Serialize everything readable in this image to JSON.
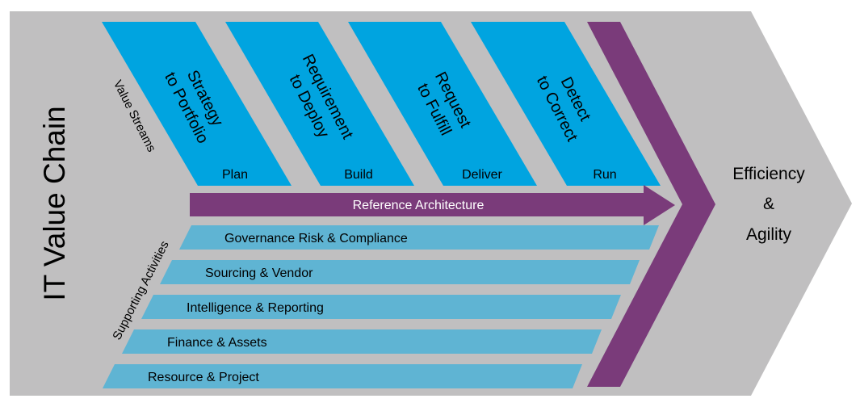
{
  "title": "IT Value Chain",
  "value_streams_label": "Value Streams",
  "supporting_activities_label": "Supporting Activities",
  "value_streams": [
    {
      "name_line1": "Strategy",
      "name_line2": "to Portfolio",
      "phase": "Plan"
    },
    {
      "name_line1": "Requirement",
      "name_line2": "to Deploy",
      "phase": "Build"
    },
    {
      "name_line1": "Request",
      "name_line2": "to Fulfill",
      "phase": "Deliver"
    },
    {
      "name_line1": "Detect",
      "name_line2": "to Correct",
      "phase": "Run"
    }
  ],
  "reference_architecture": "Reference Architecture",
  "supporting_activities": [
    "Governance Risk & Compliance",
    "Sourcing & Vendor",
    "Intelligence & Reporting",
    "Finance & Assets",
    "Resource & Project"
  ],
  "outcome": {
    "line1": "Efficiency",
    "line2": "&",
    "line3": "Agility"
  },
  "colors": {
    "background": "#c0bfc0",
    "value_stream": "#00a4e0",
    "supporting": "#5fb4d3",
    "purple": "#7a3b7a",
    "text": "#000000",
    "label_text": "#ffffff"
  }
}
